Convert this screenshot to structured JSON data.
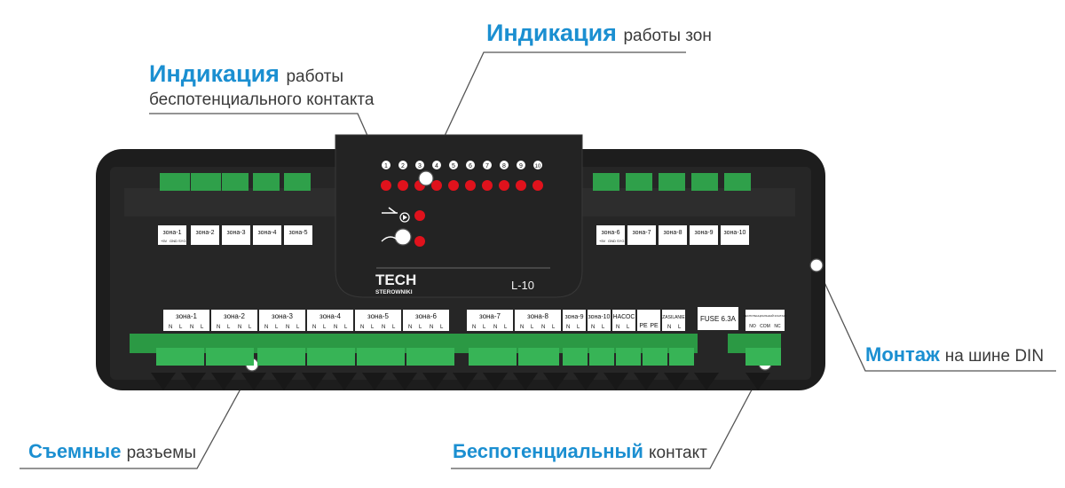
{
  "callouts": {
    "zones_indication": {
      "keyword": "Индикация",
      "rest": "работы зон"
    },
    "contact_indication": {
      "keyword": "Индикация",
      "rest": "работы",
      "line2": "беспотенциального контакта"
    },
    "din": {
      "keyword": "Монтаж",
      "rest": "на шине DIN"
    },
    "connectors": {
      "keyword": "Съемные",
      "rest": "разъемы"
    },
    "contact": {
      "keyword": "Беспотенциальный",
      "rest": "контакт"
    }
  },
  "device": {
    "brand": "TECH",
    "brand_sub": "STEROWNIKI",
    "model": "L-10",
    "led_numbers": [
      "1",
      "2",
      "3",
      "4",
      "5",
      "6",
      "7",
      "8",
      "9",
      "10"
    ],
    "top_zone_labels": [
      "зона-1",
      "зона-2",
      "зона-3",
      "зона-4",
      "зона-5",
      "зона-6",
      "зона-7",
      "зона-8",
      "зона-9",
      "зона-10"
    ],
    "top_pin_labels": [
      "+5V",
      "GND",
      "SYG"
    ],
    "bottom_zone_labels": [
      "зона-1",
      "зона-2",
      "зона-3",
      "зона-4",
      "зона-5",
      "зона-6",
      "зона-7",
      "зона-8",
      "зона-9",
      "зона-10"
    ],
    "nl": [
      "N",
      "L"
    ],
    "pump_label": "НАСОС",
    "pe": "PE",
    "supply_label": "ZASILANIE",
    "fuse": "FUSE 6.3A",
    "contact_caption": "БЕСПОТЕНЦИАЛЬНЫЙ КОНТАКТ",
    "contact_pins": [
      "NO",
      "COM",
      "NC"
    ]
  },
  "colors": {
    "accent": "#1b8fd1",
    "housing": "#1e1e1e",
    "terminal": "#2fa04a",
    "led": "#e0121c"
  }
}
